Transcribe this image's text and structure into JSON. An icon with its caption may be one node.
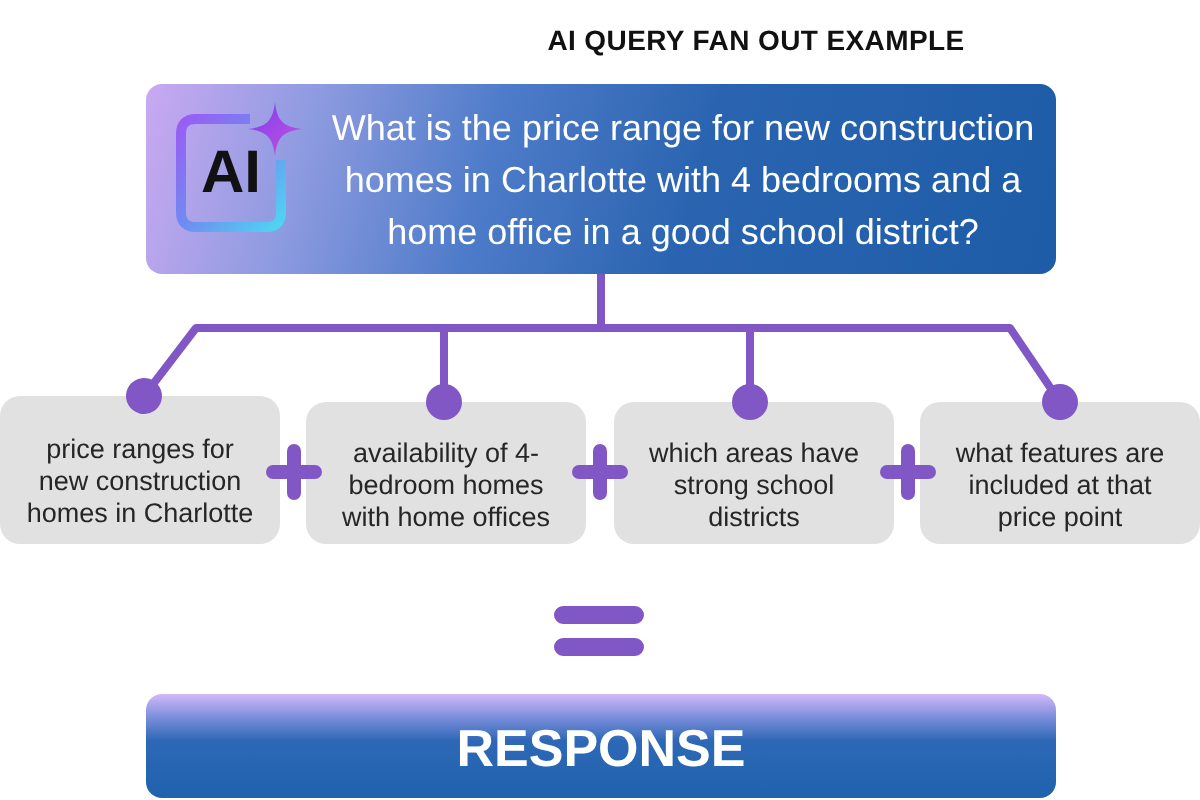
{
  "diagram": {
    "title": "AI QUERY FAN OUT EXAMPLE",
    "nodes": [
      {
        "text": [
          "What is the price range for new construction homes in Charlotte with 4 bedrooms and a home office in a good school district?"
        ]
      },
      {
        "text": [
          "AI"
        ],
        "in": 0
      },
      {
        "text": [
          "price ranges for new construction homes in Charlotte"
        ]
      },
      {
        "text": [
          "availability of 4-bedroom homes with home offices"
        ]
      },
      {
        "text": [
          "which areas have strong school districts"
        ]
      },
      {
        "text": [
          "what features are included at that price point"
        ]
      },
      {
        "text": [
          "RESPONSE"
        ]
      }
    ],
    "edges": [
      {
        "from": 0,
        "to": 2,
        "arrow": "other"
      },
      {
        "from": 0,
        "to": 3,
        "arrow": "other"
      },
      {
        "from": 0,
        "to": 4,
        "arrow": "other"
      },
      {
        "from": 0,
        "to": 5,
        "arrow": "other"
      }
    ]
  }
}
